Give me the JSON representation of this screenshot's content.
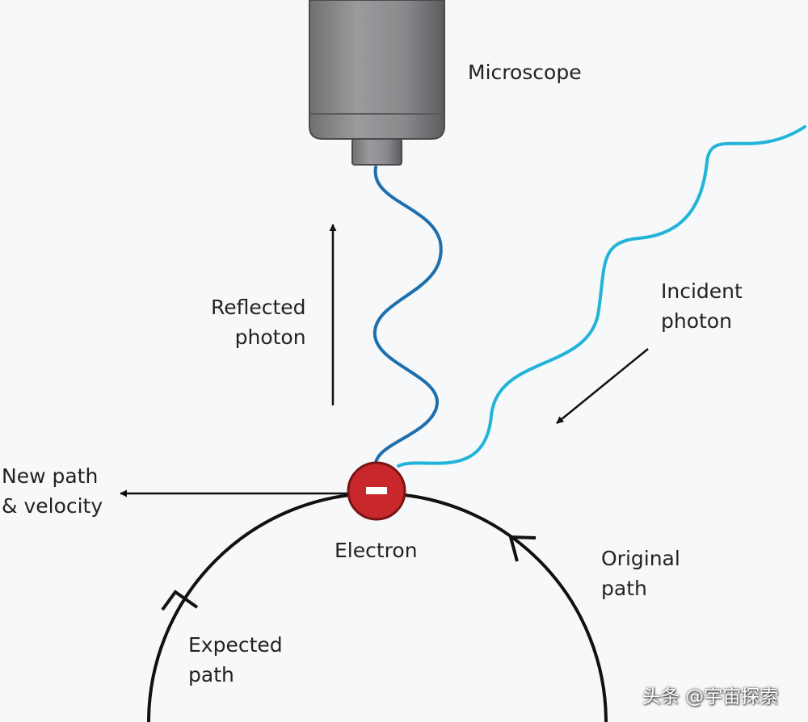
{
  "labels": {
    "microscope": "Microscope",
    "reflected_photon": [
      "Reflected",
      "photon"
    ],
    "incident_photon": [
      "Incident",
      "photon"
    ],
    "new_path": [
      "New path",
      "& velocity"
    ],
    "electron": "Electron",
    "original_path": [
      "Original",
      "path"
    ],
    "expected_path": [
      "Expected",
      "path"
    ]
  },
  "electron_symbol": "minus-sign",
  "watermark": "头条 @宇宙探索",
  "colors": {
    "background": "#f6f8fa",
    "microscope_body": "#8a8a8d",
    "microscope_outline": "#4a4a4c",
    "reflected_photon": "#1f6fad",
    "incident_photon": "#22b4d8",
    "electron_fill": "#c8282c",
    "electron_outline": "#7a1414",
    "path_stroke": "#111111",
    "text": "#222222"
  }
}
